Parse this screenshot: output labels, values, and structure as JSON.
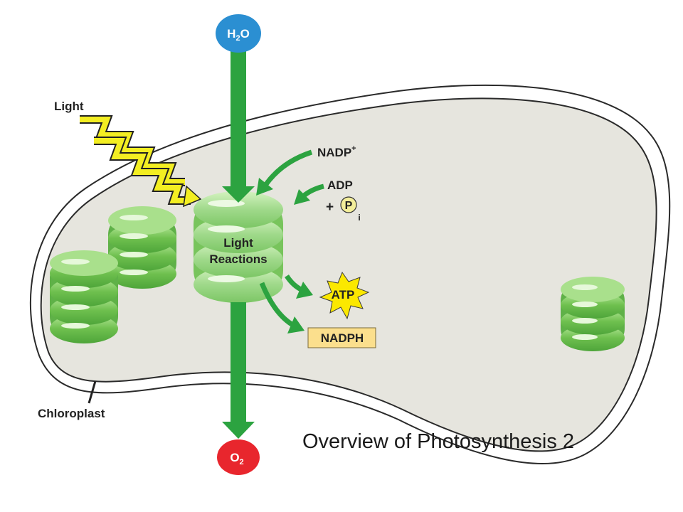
{
  "diagram": {
    "title": "Overview of Photosynthesis 2",
    "water": {
      "main": "H",
      "sub": "2",
      "tail": "O"
    },
    "oxygen": {
      "main": "O",
      "sub": "2"
    },
    "light_label": "Light",
    "chloroplast_label": "Chloroplast",
    "nadp": {
      "main": "NADP",
      "sup": "+"
    },
    "adp": "ADP",
    "plus": "+",
    "phosphate": {
      "main": "P",
      "sub": "i"
    },
    "reaction_label": {
      "line1": "Light",
      "line2": "Reactions"
    },
    "atp": "ATP",
    "nadph": "NADPH"
  },
  "colors": {
    "chloroplast_fill": "#e6e5de",
    "water_node": "#2b8fd2",
    "oxygen_node": "#e8262d",
    "arrow_green": "#2ca340",
    "thylakoid_green": "#8ed36a",
    "light_bolt": "#f3ee22",
    "atp_star": "#fbe800",
    "nadph_box": "#fbdf8d"
  }
}
